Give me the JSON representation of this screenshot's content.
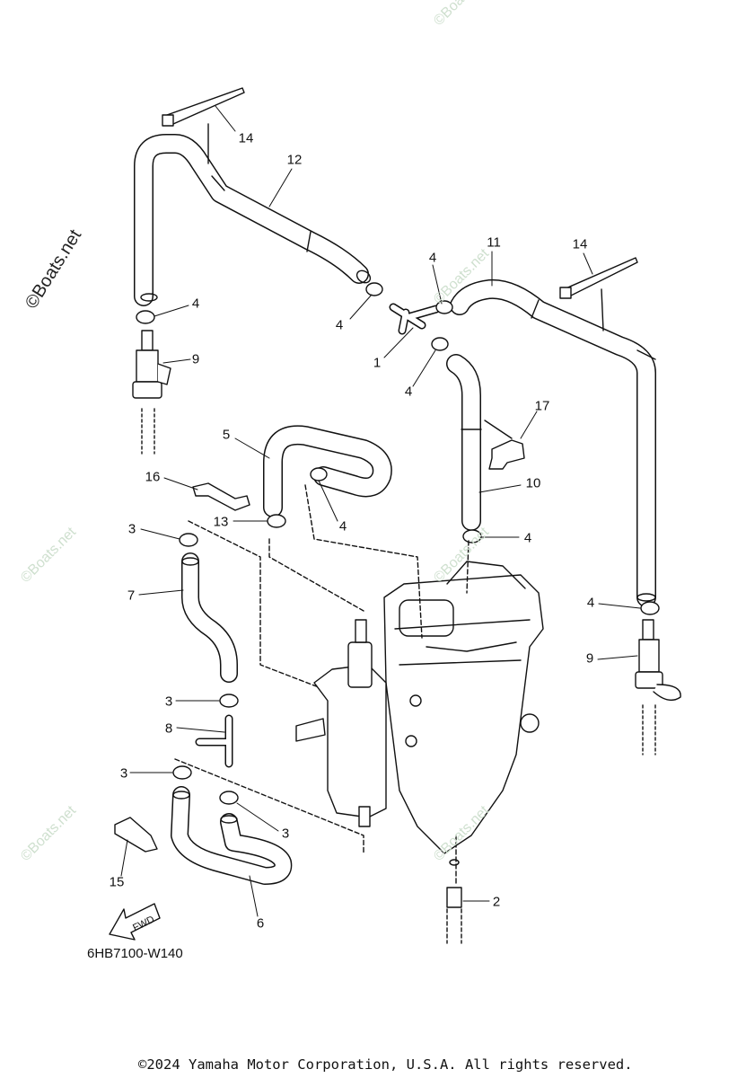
{
  "watermark": "©Boats.net",
  "diagram_code": "6HB7100-W140",
  "copyright": "©2024 Yamaha Motor Corporation, U.S.A. All rights reserved.",
  "fwd_label": "FWD",
  "labels": [
    {
      "id": "l14a",
      "text": "14"
    },
    {
      "id": "l12",
      "text": "12"
    },
    {
      "id": "l11",
      "text": "11"
    },
    {
      "id": "l14b",
      "text": "14"
    },
    {
      "id": "l4a",
      "text": "4"
    },
    {
      "id": "l4b",
      "text": "4"
    },
    {
      "id": "l4c",
      "text": "4"
    },
    {
      "id": "l1",
      "text": "1"
    },
    {
      "id": "l4d",
      "text": "4"
    },
    {
      "id": "l9a",
      "text": "9"
    },
    {
      "id": "l17",
      "text": "17"
    },
    {
      "id": "l5",
      "text": "5"
    },
    {
      "id": "l10",
      "text": "10"
    },
    {
      "id": "l16",
      "text": "16"
    },
    {
      "id": "l4e",
      "text": "4"
    },
    {
      "id": "l13",
      "text": "13"
    },
    {
      "id": "l3a",
      "text": "3"
    },
    {
      "id": "l4f",
      "text": "4"
    },
    {
      "id": "l7",
      "text": "7"
    },
    {
      "id": "l4g",
      "text": "4"
    },
    {
      "id": "l9b",
      "text": "9"
    },
    {
      "id": "l3b",
      "text": "3"
    },
    {
      "id": "l8",
      "text": "8"
    },
    {
      "id": "l3c",
      "text": "3"
    },
    {
      "id": "l3d",
      "text": "3"
    },
    {
      "id": "l15",
      "text": "15"
    },
    {
      "id": "l6",
      "text": "6"
    },
    {
      "id": "l2",
      "text": "2"
    }
  ]
}
